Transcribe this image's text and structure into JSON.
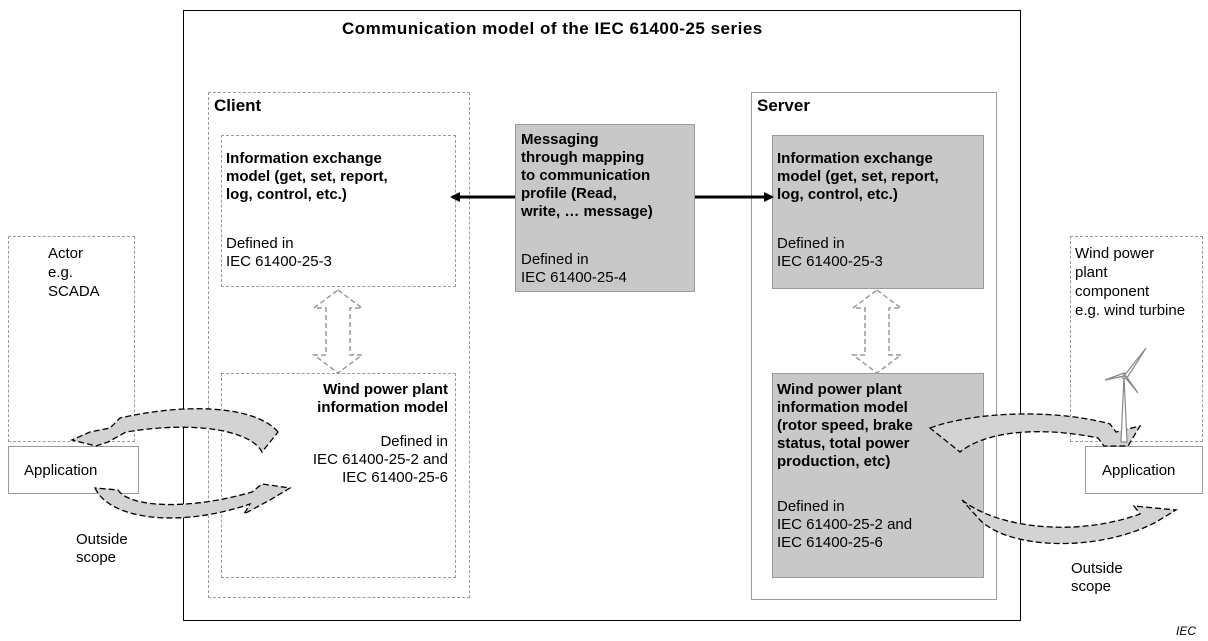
{
  "title": "Communication model of the IEC 61400-25 series",
  "client": {
    "header": "Client",
    "info_exchange": {
      "heading": "Information exchange\nmodel (get, set, report,\nlog, control, etc.)",
      "defined": "Defined in\nIEC 61400-25-3"
    },
    "info_model": {
      "heading": "Wind power plant\ninformation model",
      "defined": "Defined in\nIEC 61400-25-2 and\nIEC 61400-25-6"
    }
  },
  "messaging": {
    "heading": "Messaging\nthrough mapping\nto communication\nprofile (Read,\nwrite, … message)",
    "defined": "Defined in\nIEC 61400-25-4"
  },
  "server": {
    "header": "Server",
    "info_exchange": {
      "heading": "Information exchange\nmodel (get, set, report,\nlog, control, etc.)",
      "defined": "Defined in\nIEC 61400-25-3"
    },
    "info_model": {
      "heading": "Wind power plant\ninformation model\n(rotor speed, brake\nstatus, total power\nproduction, etc)",
      "defined": "Defined in\nIEC 61400-25-2 and\nIEC 61400-25-6"
    }
  },
  "actor": {
    "label": "Actor\ne.g.\nSCADA",
    "application": "Application",
    "outside_scope": "Outside\nscope"
  },
  "plant": {
    "label": "Wind power\nplant\ncomponent\ne.g. wind turbine",
    "application": "Application",
    "outside_scope": "Outside\nscope"
  },
  "footer": "IEC",
  "colors": {
    "box_fill": "#c8c8c8",
    "dashed_border": "#9a9a9a",
    "line": "#000000"
  },
  "icons": [
    "wind-turbine-icon",
    "double-arrow-icon",
    "curved-arrow-icon"
  ]
}
